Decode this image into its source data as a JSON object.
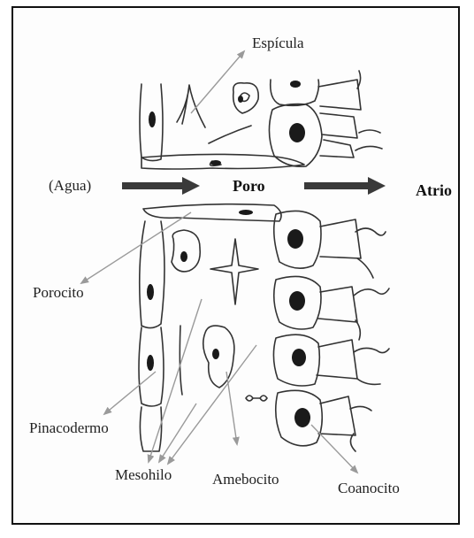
{
  "labels": {
    "espicula": "Espícula",
    "agua": "(Agua)",
    "poro": "Poro",
    "atrio": "Atrio",
    "porocito": "Porocito",
    "pinacodermo": "Pinacodermo",
    "mesohilo": "Mesohilo",
    "amebocito": "Amebocito",
    "coanocito": "Coanocito"
  },
  "colors": {
    "frame": "#111111",
    "ink": "#222222",
    "pointer": "#9a9a9a",
    "flow_arrow": "#3a3a3a"
  }
}
